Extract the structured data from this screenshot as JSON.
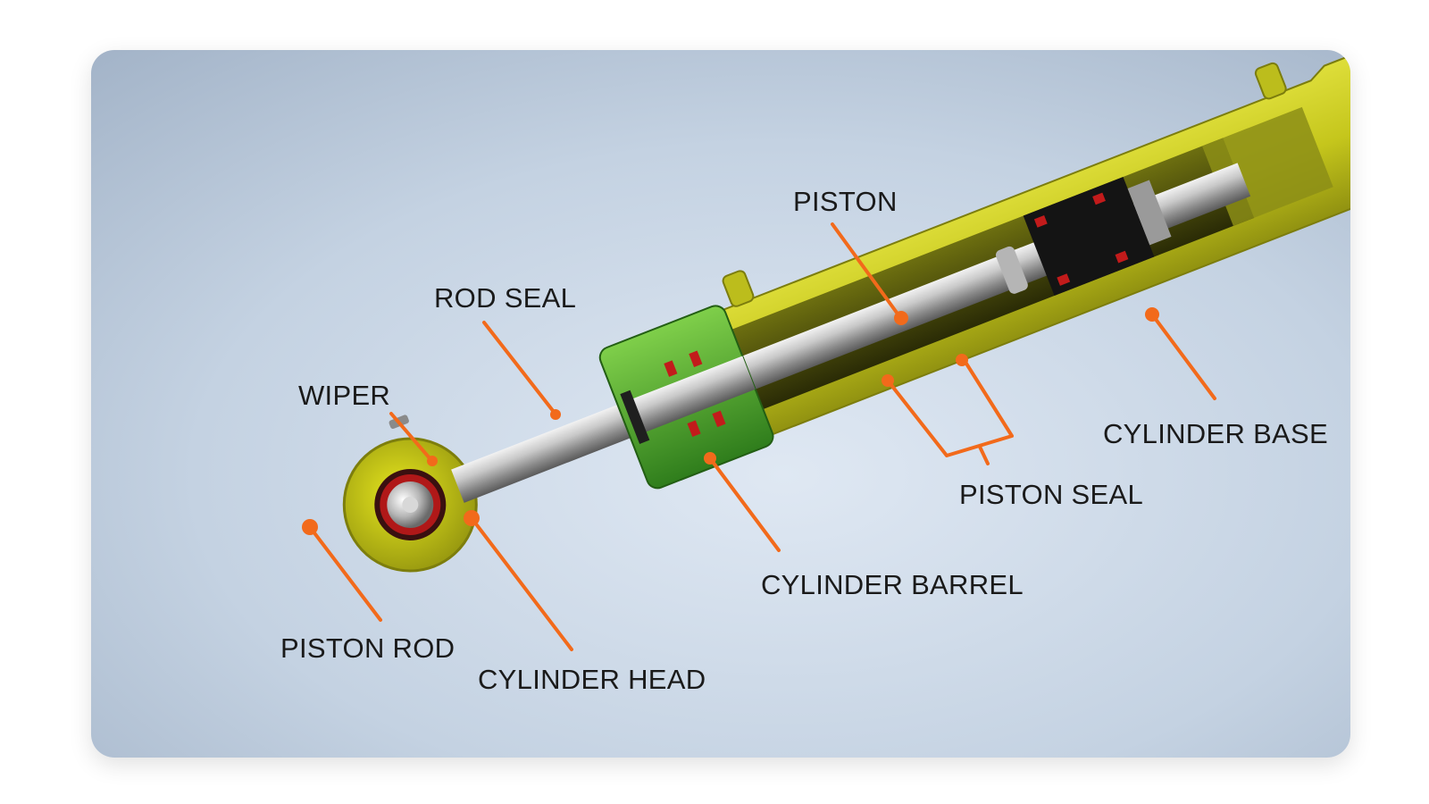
{
  "diagram": {
    "accent_color": "#f26a1b",
    "body_color": "#c7c81d",
    "head_color": "#4fae2e",
    "seal_color": "#c21b1b",
    "labels": {
      "piston": "PISTON",
      "rod_seal": "ROD SEAL",
      "wiper": "WIPER",
      "cylinder_base": "CYLINDER BASE",
      "piston_seal": "PISTON SEAL",
      "cylinder_barrel": "CYLINDER BARREL",
      "piston_rod": "PISTON ROD",
      "cylinder_head": "CYLINDER HEAD"
    }
  }
}
